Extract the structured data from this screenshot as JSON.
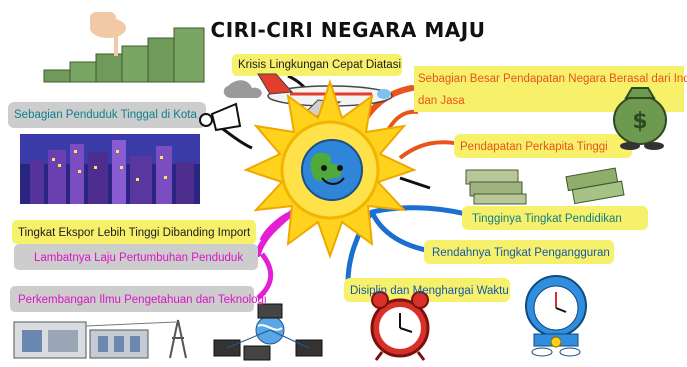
{
  "title": "CIRI-CIRI NEGARA MAJU",
  "colors": {
    "yellow_band": "#f7f06a",
    "grey_band": "#cdcdcd",
    "orange_branch": "#e8541a",
    "blue_branch": "#1b6fd0",
    "magenta_branch": "#e21fd5",
    "sun_yellow": "#ffd21e",
    "earth_blue": "#2f86d8"
  },
  "branches": [
    {
      "id": "kota",
      "text": "Sebagian Penduduk Tinggal di Kota",
      "color": "teal"
    },
    {
      "id": "lingkungan",
      "text": "Krisis Lingkungan Cepat Diatasi",
      "color": "dark"
    },
    {
      "id": "pendapatan_industri_1",
      "text": "Sebagian Besar Pendapatan Negara Berasal dari Industri",
      "color": "orange"
    },
    {
      "id": "pendapatan_industri_2",
      "text": "dan Jasa",
      "color": "orange"
    },
    {
      "id": "perkapita",
      "text": "Pendapatan Perkapita Tinggi",
      "color": "orange"
    },
    {
      "id": "pendidikan",
      "text": "Tingginya Tingkat Pendidikan",
      "color": "teal"
    },
    {
      "id": "pengangguran",
      "text": "Rendahnya Tingkat Pengangguran",
      "color": "blue"
    },
    {
      "id": "disiplin",
      "text": "Disiplin dan Menghargai Waktu",
      "color": "blue"
    },
    {
      "id": "ekspor",
      "text": "Tingkat Ekspor Lebih Tinggi Dibanding Import",
      "color": "dark"
    },
    {
      "id": "penduduk",
      "text": "Lambatnya Laju Pertumbuhan Penduduk",
      "color": "magenta"
    },
    {
      "id": "iptek",
      "text": "Perkembangan Ilmu Pengetahuan dan Teknologi",
      "color": "magenta"
    }
  ],
  "illustrations": [
    "money-stairs",
    "airplane",
    "money-bag",
    "cityscape",
    "sun-earth",
    "money-stacks",
    "alarm-clock",
    "doraemon-clock",
    "factory",
    "computer-network"
  ]
}
